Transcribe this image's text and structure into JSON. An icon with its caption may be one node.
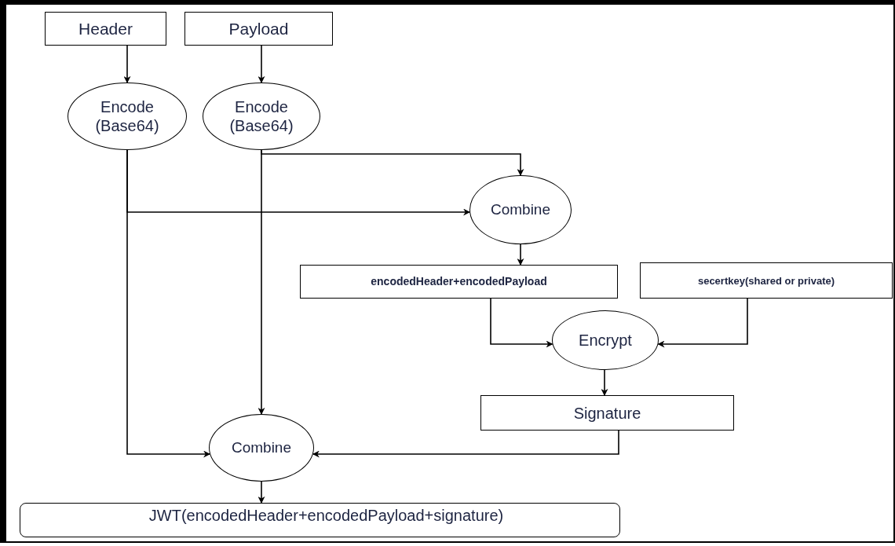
{
  "diagram": {
    "nodes": [
      {
        "text": [
          "Header"
        ]
      },
      {
        "text": [
          "Payload"
        ]
      },
      {
        "text": [
          "Encode (Base64)"
        ]
      },
      {
        "text": [
          "Encode (Base64)"
        ]
      },
      {
        "text": [
          "Combine"
        ]
      },
      {
        "text": [
          "encodedHeader+encodedPayload"
        ]
      },
      {
        "text": [
          "secertkey(shared or private)"
        ]
      },
      {
        "text": [
          "Encrypt"
        ]
      },
      {
        "text": [
          "Signature"
        ]
      },
      {
        "text": [
          "Combine"
        ]
      },
      {
        "text": [
          "JWT(encodedHeader+encodedPayload+signature)"
        ]
      }
    ],
    "edges": [
      {
        "from": 0,
        "to": 2,
        "arrow": "to"
      },
      {
        "from": 1,
        "to": 3,
        "arrow": "to"
      },
      {
        "from": 3,
        "to": 4,
        "arrow": "to"
      },
      {
        "from": 2,
        "to": 4,
        "arrow": "to"
      },
      {
        "from": 2,
        "to": 9,
        "arrow": "to"
      },
      {
        "from": 3,
        "to": 9,
        "arrow": "to"
      },
      {
        "from": 4,
        "to": 5,
        "arrow": "to"
      },
      {
        "from": 5,
        "to": 7,
        "arrow": "to"
      },
      {
        "from": 6,
        "to": 7,
        "arrow": "to"
      },
      {
        "from": 7,
        "to": 8,
        "arrow": "to"
      },
      {
        "from": 8,
        "to": 9,
        "arrow": "to"
      },
      {
        "from": 9,
        "to": 10,
        "arrow": "to"
      }
    ]
  }
}
